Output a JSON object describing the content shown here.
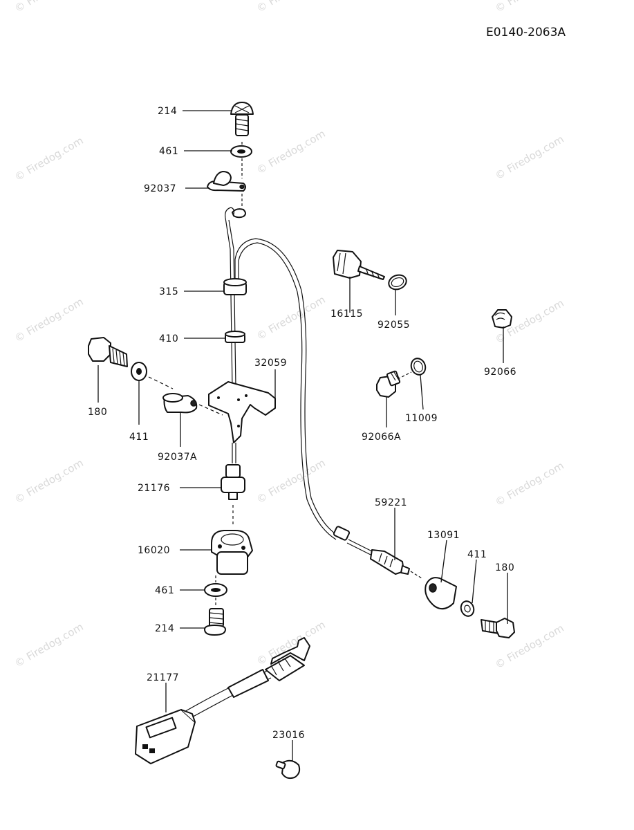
{
  "diagram_code": "E0140-2063A",
  "watermark": "© Firedog.com",
  "parts": [
    {
      "label": "214"
    },
    {
      "label": "461"
    },
    {
      "label": "92037"
    },
    {
      "label": "315"
    },
    {
      "label": "410"
    },
    {
      "label": "32059"
    },
    {
      "label": "180"
    },
    {
      "label": "411"
    },
    {
      "label": "92037A"
    },
    {
      "label": "21176"
    },
    {
      "label": "16020"
    },
    {
      "label": "461"
    },
    {
      "label": "214"
    },
    {
      "label": "16115"
    },
    {
      "label": "92055"
    },
    {
      "label": "92066"
    },
    {
      "label": "92066A"
    },
    {
      "label": "11009"
    },
    {
      "label": "59221"
    },
    {
      "label": "13091"
    },
    {
      "label": "411"
    },
    {
      "label": "180"
    },
    {
      "label": "21177"
    },
    {
      "label": "23016"
    }
  ]
}
